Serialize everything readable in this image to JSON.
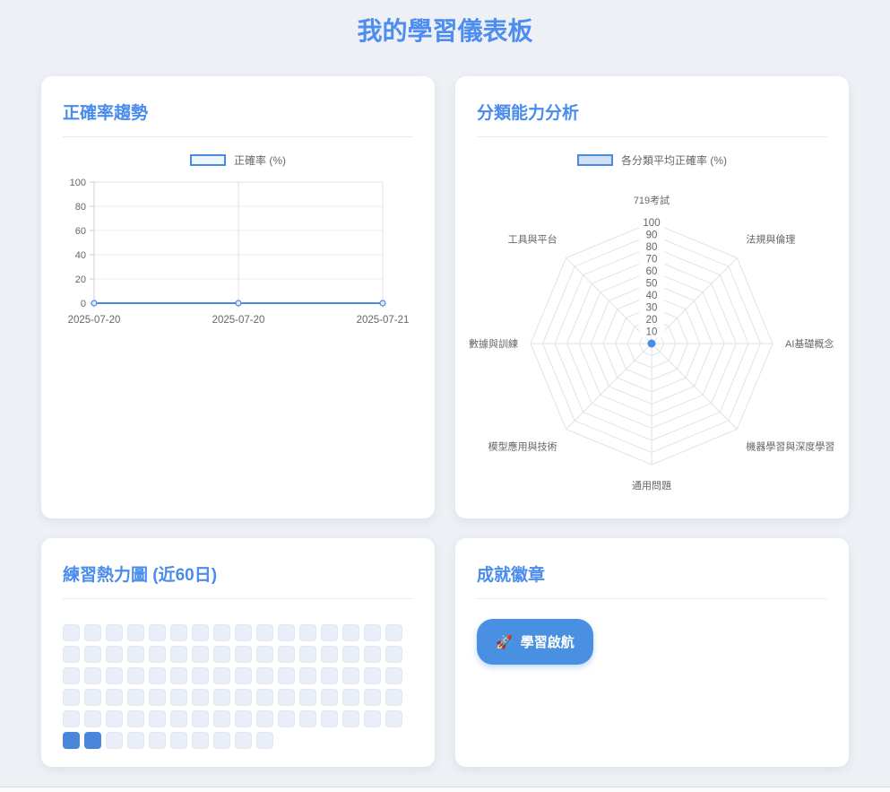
{
  "page": {
    "title": "我的學習儀表板",
    "accent_color": "#4e8df0",
    "background_color": "#edf0f5"
  },
  "cards": {
    "trend": {
      "title": "正確率趨勢"
    },
    "radar": {
      "title": "分類能力分析"
    },
    "heatmap": {
      "title": "練習熱力圖 (近60日)"
    },
    "badges": {
      "title": "成就徽章",
      "items": [
        {
          "icon": "rocket-icon",
          "icon_char": "🚀",
          "label": "學習啟航",
          "color": "#4a90e2"
        }
      ]
    }
  },
  "chart_data": [
    {
      "type": "line",
      "title": "正確率趨勢",
      "legend": "正確率 (%)",
      "x": [
        "2025-07-20",
        "2025-07-20",
        "2025-07-21"
      ],
      "values": [
        0,
        0,
        0
      ],
      "ylim": [
        0,
        100
      ],
      "yticks": [
        0,
        20,
        40,
        60,
        80,
        100
      ],
      "grid": true,
      "legend_position": "top",
      "colors": {
        "line": "#4a89dc",
        "point_fill": "#dbe9fb",
        "grid": "#ededf2",
        "axis": "#cfcfd4",
        "tick_text": "#666666"
      }
    },
    {
      "type": "radar",
      "title": "分類能力分析",
      "legend": "各分類平均正確率 (%)",
      "categories": [
        "719考試",
        "法規與倫理",
        "AI基礎概念",
        "機器學習與深度學習",
        "通用問題",
        "模型應用與技術",
        "數據與訓練",
        "工具與平台"
      ],
      "values": [
        0,
        0,
        0,
        0,
        0,
        0,
        0,
        0
      ],
      "rlim": [
        0,
        100
      ],
      "rticks": [
        10,
        20,
        30,
        40,
        50,
        60,
        70,
        80,
        90,
        100
      ],
      "legend_position": "top",
      "colors": {
        "line": "#4a89dc",
        "dot": "#4a90e2",
        "grid": "#e2e2e8",
        "tick_text": "#666666"
      }
    },
    {
      "type": "heatmap",
      "title": "練習熱力圖 (近60日)",
      "columns": 16,
      "total_cells": 90,
      "active_indices": [
        80,
        81
      ],
      "colors": {
        "active": "#4a86d9",
        "inactive": "#e9eef8"
      }
    }
  ]
}
